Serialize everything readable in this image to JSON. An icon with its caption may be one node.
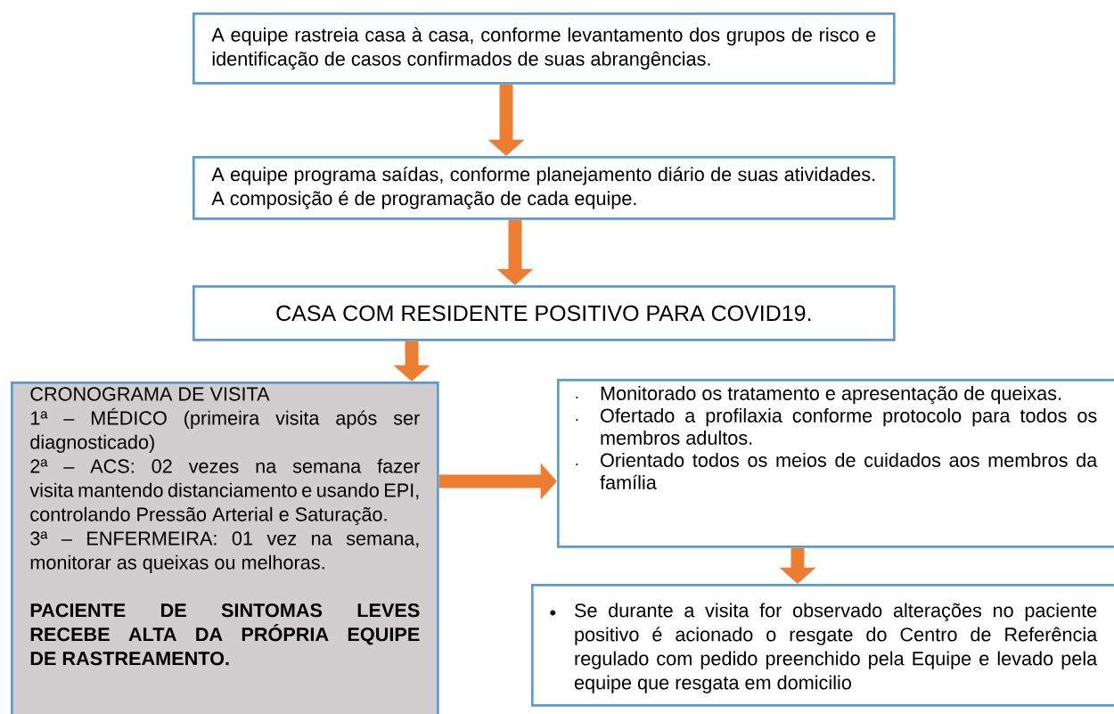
{
  "diagram": {
    "nodes": [
      {
        "text": [
          "A equipe rastreia casa à casa, conforme levantamento dos grupos de risco e identificação de casos confirmados de suas abrangências."
        ]
      },
      {
        "text": [
          "A equipe programa saídas, conforme planejamento diário de suas atividades. A composição é de programação de cada equipe."
        ]
      },
      {
        "text": [
          "CASA COM RESIDENTE POSITIVO PARA COVID19."
        ]
      },
      {
        "text": [
          "CRONOGRAMA DE VISITA",
          "1ª – MÉDICO (primeira visita após ser diagnosticado)",
          "2ª – ACS: 02 vezes na semana fazer visita mantendo distanciamento e usando EPI, controlando Pressão Arterial e Saturação.",
          "3ª – ENFERMEIRA: 01 vez na semana, monitorar as queixas ou melhoras.",
          "PACIENTE DE SINTOMAS LEVES RECEBE ALTA DA PRÓPRIA EQUIPE DE RASTREAMENTO."
        ]
      },
      {
        "text": [
          "Monitorado os tratamento e apresentação de queixas.",
          "Ofertado a profilaxia conforme protocolo para todos os membros adultos.",
          "Orientado todos os meios de cuidados aos membros da família"
        ]
      },
      {
        "text": [
          "Se durante a visita for observado alterações no paciente positivo é acionado o resgate do Centro de Referência regulado com pedido preenchido pela Equipe e levado pela equipe que resgata em domicilio"
        ]
      }
    ],
    "edges": [
      {
        "from": 0,
        "to": 1,
        "arrow": "to"
      },
      {
        "from": 1,
        "to": 2,
        "arrow": "to"
      },
      {
        "from": 2,
        "to": 3,
        "arrow": "to"
      },
      {
        "from": 3,
        "to": 4,
        "arrow": "to"
      },
      {
        "from": 4,
        "to": 5,
        "arrow": "to"
      }
    ]
  }
}
